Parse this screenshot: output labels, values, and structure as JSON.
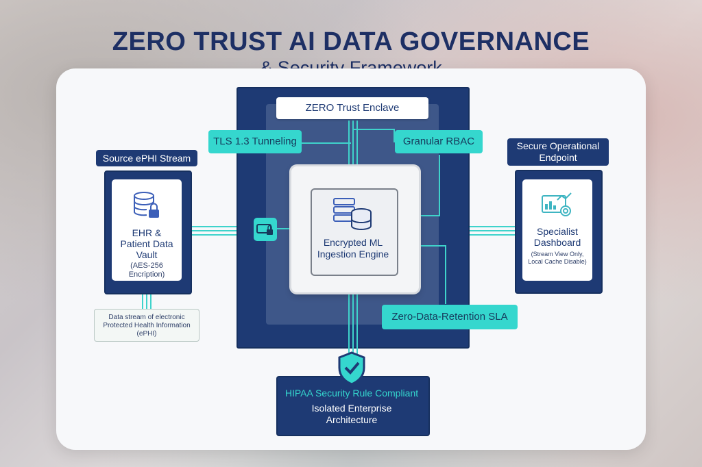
{
  "title": "ZERO TRUST AI DATA GOVERNANCE",
  "subtitle": "& Security Framework",
  "enclave_label": "ZERO Trust Enclave",
  "tls_label": "TLS 1.3 Tunneling",
  "rbac_label": "Granular RBAC",
  "engine_label": "Encrypted ML Ingestion Engine",
  "retention_label": "Zero-Data-Retention SLA",
  "source": {
    "header": "Source ePHI Stream",
    "title": "EHR & Patient Data Vault",
    "detail": "(AES-256 Encription)",
    "note": "Data stream of electronic Protected Health Information (ePHI)"
  },
  "endpoint": {
    "header": "Secure Operational Endpoint",
    "title": "Specialist Dashboard",
    "detail": "(Stream View Only, Local Cache Disable)"
  },
  "compliance": {
    "title": "HIPAA Security Rule Compliant",
    "detail": "Isolated Enterprise Architecture"
  },
  "icons": [
    "database-lock-icon",
    "server-icon",
    "encrypted-drive-icon",
    "dashboard-chart-icon",
    "shield-check-icon"
  ],
  "colors": {
    "navy": "#1e3a74",
    "teal": "#35d7ce",
    "title": "#1d2f64"
  }
}
